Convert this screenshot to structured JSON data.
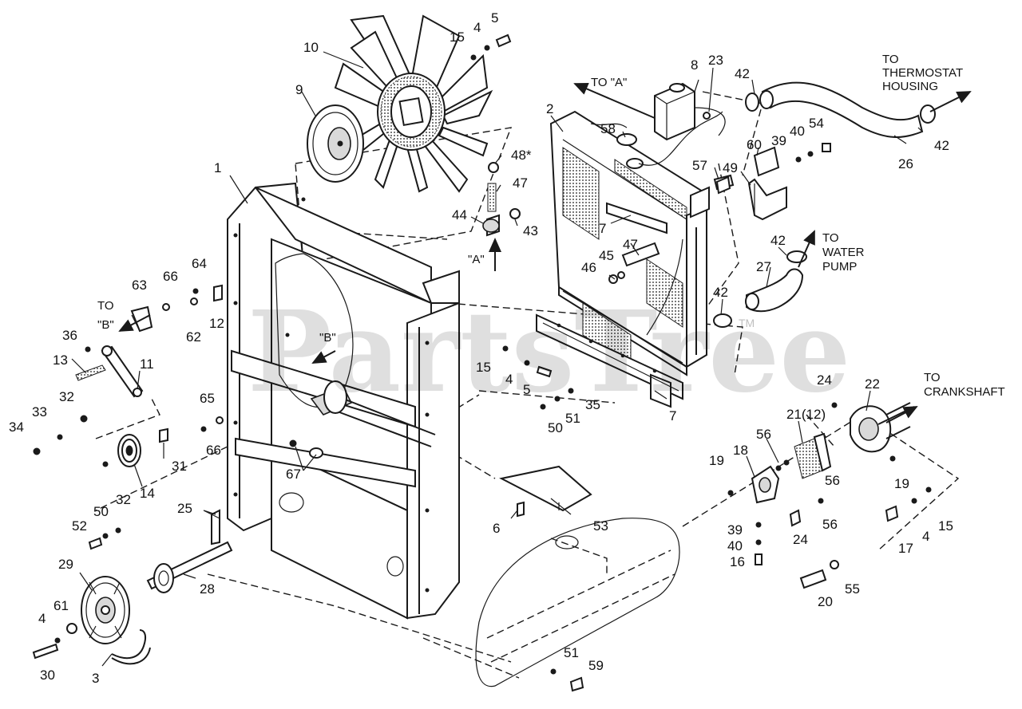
{
  "watermark": {
    "brand": "PartsTree",
    "tm": "TM"
  },
  "notes": {
    "to_a_top": "TO \"A\"",
    "marker_a": "\"A\"",
    "marker_b": "\"B\"",
    "to_b_line1": "TO",
    "to_b_line2": "\"B\"",
    "thermostat_line1": "TO",
    "thermostat_line2": "THERMOSTAT",
    "thermostat_line3": "HOUSING",
    "water_line1": "TO",
    "water_line2": "WATER",
    "water_line3": "PUMP",
    "crank_line1": "TO",
    "crank_line2": "CRANKSHAFT"
  },
  "callouts": {
    "c1": "1",
    "c2": "2",
    "c3": "3",
    "c4a": "4",
    "c4b": "4",
    "c4c": "4",
    "c4d": "4",
    "c5a": "5",
    "c5b": "5",
    "c6": "6",
    "c7a": "7",
    "c7b": "7",
    "c8": "8",
    "c9": "9",
    "c10": "10",
    "c11": "11",
    "c12": "12",
    "c13": "13",
    "c14": "14",
    "c15a": "15",
    "c15b": "15",
    "c15c": "15",
    "c16": "16",
    "c17": "17",
    "c18": "18",
    "c19a": "19",
    "c19b": "19",
    "c20": "20",
    "c21": "21(12)",
    "c22": "22",
    "c23": "23",
    "c24a": "24",
    "c24b": "24",
    "c25": "25",
    "c26": "26",
    "c27": "27",
    "c28": "28",
    "c29": "29",
    "c30": "30",
    "c31": "31",
    "c32a": "32",
    "c32b": "32",
    "c33": "33",
    "c34": "34",
    "c35": "35",
    "c36": "36",
    "c39a": "39",
    "c39b": "39",
    "c40a": "40",
    "c40b": "40",
    "c42a": "42",
    "c42b": "42",
    "c42c": "42",
    "c42d": "42",
    "c43": "43",
    "c44": "44",
    "c45": "45",
    "c46": "46",
    "c47a": "47",
    "c47b": "47",
    "c48": "48*",
    "c49": "49",
    "c50a": "50",
    "c50b": "50",
    "c51a": "51",
    "c51b": "51",
    "c52": "52",
    "c53": "53",
    "c54": "54",
    "c55": "55",
    "c56a": "56",
    "c56b": "56",
    "c56c": "56",
    "c57": "57",
    "c58": "58",
    "c59": "59",
    "c60": "60",
    "c61": "61",
    "c62": "62",
    "c63": "63",
    "c64": "64",
    "c65": "65",
    "c66a": "66",
    "c66b": "66",
    "c67": "67"
  }
}
